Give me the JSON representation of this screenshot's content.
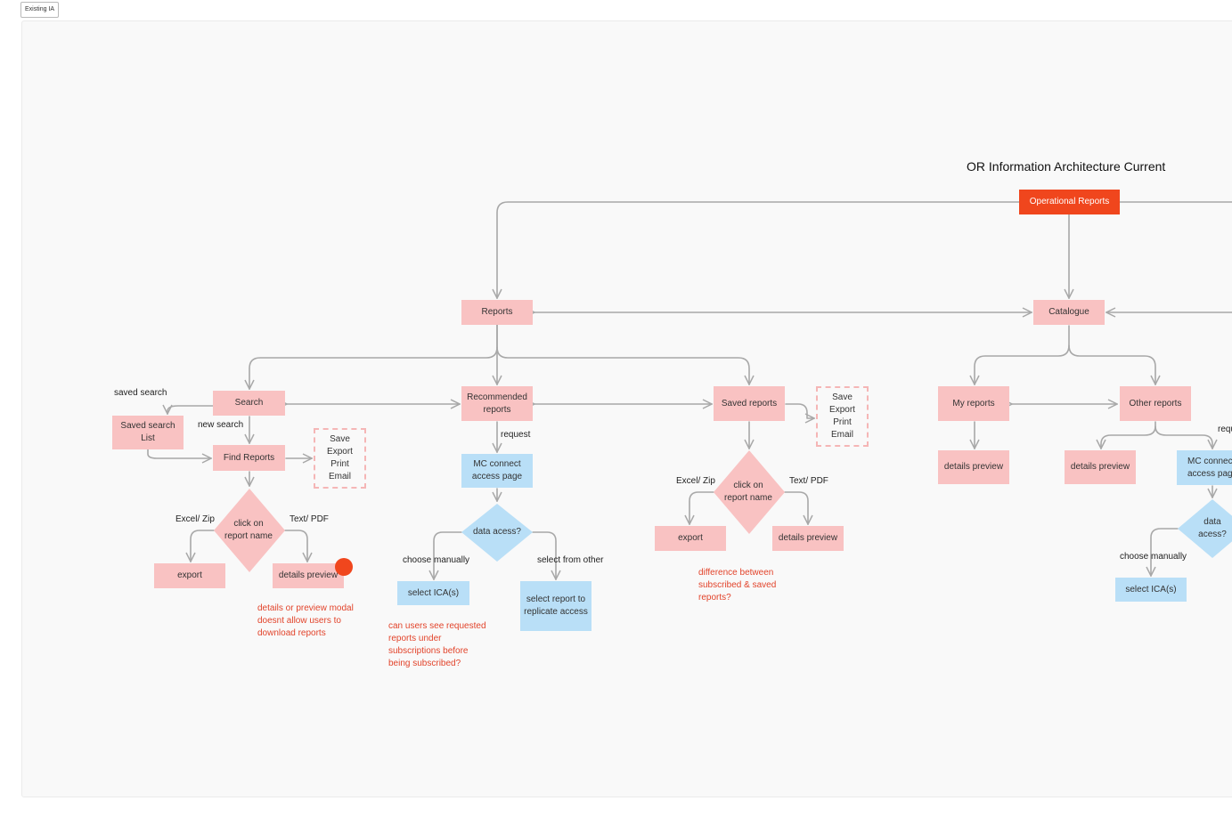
{
  "frame_tag": "Existing IA",
  "title": "OR Information Architecture Current",
  "colors": {
    "accent": "#f0461d",
    "node": "#f9c2c2",
    "node_blue": "#b9dff7",
    "note": "#e2432a",
    "line": "#a8a8a8"
  },
  "nodes": {
    "operational_reports": "Operational Reports",
    "reports": "Reports",
    "catalogue": "Catalogue",
    "search": "Search",
    "recommended_reports": "Recommended reports",
    "saved_reports": "Saved reports",
    "saved_search_list": "Saved search List",
    "find_reports": "Find Reports",
    "actions_left": "Save Export Print Email",
    "actions_right": "Save Export Print Email",
    "click_report_left": "click on report name",
    "export_left": "export",
    "details_preview_left": "details preview",
    "mc_connect_left": "MC connect access page",
    "data_access_left": "data acess?",
    "select_ica_left": "select ICA(s)",
    "select_report_replicate": "select report to replicate access",
    "click_report_mid": "click on report name",
    "export_mid": "export",
    "details_preview_mid": "details preview",
    "my_reports": "My reports",
    "other_reports": "Other reports",
    "details_preview_my": "details preview",
    "details_preview_other": "details preview",
    "mc_connect_right": "MC connect access page",
    "data_access_right": "data acess?",
    "select_ica_right": "select ICA(s)"
  },
  "labels": {
    "saved_search": "saved search",
    "new_search": "new search",
    "excel_zip_left": "Excel/ Zip",
    "text_pdf_left": "Text/ PDF",
    "request_left": "request",
    "choose_manually_left": "choose manually",
    "select_from_other": "select from other",
    "excel_zip_mid": "Excel/ Zip",
    "text_pdf_mid": "Text/ PDF",
    "request_right": "requ",
    "choose_manually_right": "choose manually"
  },
  "notes": {
    "details_preview_modal": "details or preview modal doesnt allow users to download reports",
    "requested_reports": "can users see requested reports under subscriptions before being subscribed?",
    "subscribed_saved": "difference between subscribed & saved reports?"
  }
}
